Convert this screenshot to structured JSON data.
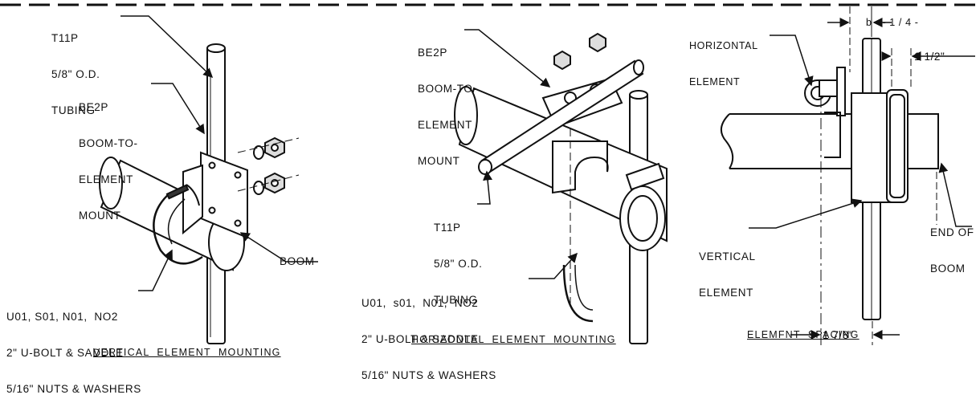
{
  "panels": {
    "vertical": {
      "caption": "VERTICAL  ELEMENT  MOUNTING",
      "tubing_lines": [
        "T11P",
        "5/8\" O.D.",
        "TUBING"
      ],
      "mount_lines": [
        "BE2P",
        "BOOM-TO-",
        "ELEMENT",
        "MOUNT"
      ],
      "boom_label": "BOOM",
      "hardware_lines": [
        "U01, S01, N01,  NO2",
        "2\" U-BOLT & SADDLE",
        "5/16\" NUTS & WASHERS"
      ]
    },
    "horizontal": {
      "caption": "HORIZONTAL  ELEMENT  MOUNTING",
      "mount_lines": [
        "BE2P",
        "BOOM-TO-",
        "ELEMENT",
        "MOUNT"
      ],
      "tubing_lines": [
        "T11P",
        "5/8\" O.D.",
        "TUBING"
      ],
      "hardware_lines": [
        "U01,  s01,  N01,  NO2",
        "2\" U-BOLT & SADDLE",
        "5/16\" NUTS & WASHERS"
      ]
    },
    "spacing": {
      "caption": "ELEMFNT  SPACING",
      "horizontal_lines": [
        "HORIZONTAL",
        "ELEMENT"
      ],
      "vertical_lines": [
        "VERTICAL",
        "ELEMENT"
      ],
      "boom_end_lines": [
        "END OF",
        "BOOM"
      ],
      "dim_top": "b - - 1 / 4 -",
      "dim_right": "1 1/2\"",
      "dim_bottom": "1 7/8\""
    }
  }
}
